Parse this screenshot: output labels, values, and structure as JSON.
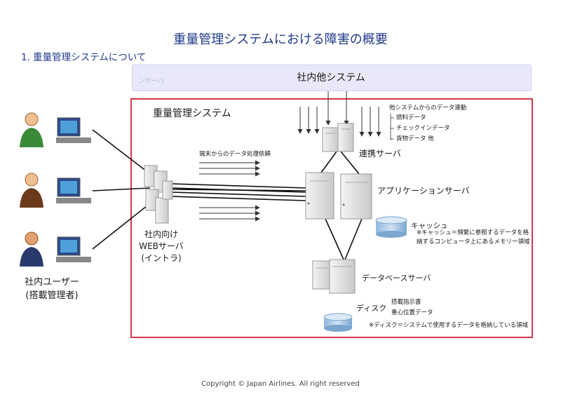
{
  "title": "重量管理システムにおける障害の概要",
  "subtitle": "1. 重量管理システムについて",
  "external_system": {
    "label": "社内他システム",
    "ghost_text": "ンサーバ"
  },
  "system": {
    "name": "重量管理システム",
    "request_label": "端末からのデータ処理依頼",
    "link_server": {
      "label": "連携サーバ",
      "feed_title": "他システムからのデータ連動",
      "feeds": [
        "燃料データ",
        "チェックインデータ",
        "貨物データ 他"
      ]
    },
    "app_server": {
      "label": "アプリケーションサーバ"
    },
    "cache": {
      "label": "キャッシュ",
      "note_line1": "※キャッシュ＝頻繁に参照するデータを格",
      "note_line2": "納するコンピュータ上にあるメモリー領域"
    },
    "db_server": {
      "label": "データベースサーバ"
    },
    "disk": {
      "label": "ディスク",
      "items": [
        "搭載指示書",
        "重心位置データ"
      ],
      "note": "※ディスク＝システムで使用するデータを格納している領域"
    },
    "web_server": {
      "label_lines": [
        "社内向け",
        "WEBサーバ",
        "(イントラ)"
      ]
    }
  },
  "users": {
    "label_lines": [
      "社内ユーザー",
      "(搭載管理者)"
    ]
  },
  "footer": "Copyright © Japan Airlines. All right reserved",
  "colors": {
    "accent_title": "#1f3a8a",
    "system_border": "#d4364a",
    "external_band": "#e8e8f8"
  }
}
